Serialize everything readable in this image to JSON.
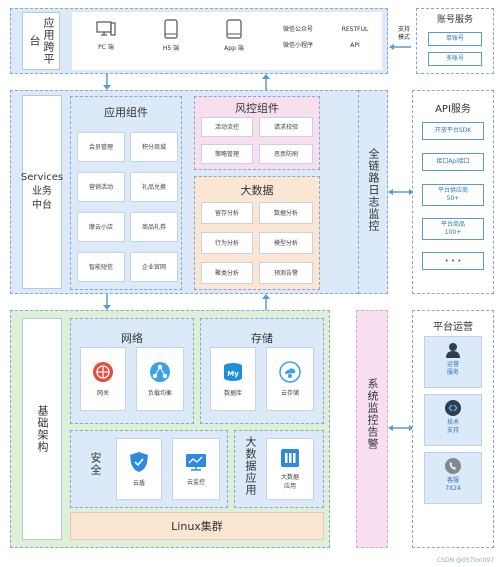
{
  "top": {
    "left_label": "应用跨平台",
    "clients": [
      {
        "label": "PC 端",
        "icon": "monitor-icon"
      },
      {
        "label": "H5 端",
        "icon": "tablet-icon"
      },
      {
        "label": "App 端",
        "icon": "tablet-icon"
      },
      {
        "label": "微信公众号\n微信小程序",
        "icon": ""
      },
      {
        "label": "RESTFUL\nAPI",
        "icon": ""
      }
    ],
    "support_text": "支持\n模式",
    "account": {
      "title": "账号服务",
      "items": [
        "单账号",
        "多账号"
      ]
    }
  },
  "middle": {
    "left_label": "Services\n业务\n中台",
    "app_components": {
      "title": "应用组件",
      "items": [
        "会员管理",
        "积分商城",
        "营销活动",
        "礼品兑换",
        "摩云小店",
        "商品礼券",
        "智能短信",
        "企业官网"
      ]
    },
    "risk": {
      "title": "风控组件",
      "items": [
        "活动流控",
        "请求校验",
        "策略管理",
        "恶意防刷"
      ]
    },
    "bigdata": {
      "title": "大数据",
      "items": [
        "留存分析",
        "数据分析",
        "行为分析",
        "模型分析",
        "聚类分析",
        "预测告警"
      ]
    },
    "trace_label": "全链路日志监控",
    "api": {
      "title": "API服务",
      "items": [
        "开放平台SDK",
        "接口Api接口",
        "平台供应商\n50+",
        "平台商品\n100+",
        "• • •"
      ]
    }
  },
  "bottom": {
    "left_label": "基础架构",
    "network": {
      "title": "网络",
      "items": [
        {
          "label": "网关",
          "icon": "gateway-icon"
        },
        {
          "label": "负载均衡",
          "icon": "load-balance-icon"
        }
      ]
    },
    "storage": {
      "title": "存储",
      "items": [
        {
          "label": "数据库",
          "icon": "database-icon"
        },
        {
          "label": "云存储",
          "icon": "cloud-storage-icon"
        }
      ]
    },
    "security": {
      "title": "安全",
      "items": [
        {
          "label": "云盾",
          "icon": "shield-icon"
        },
        {
          "label": "云监控",
          "icon": "monitor-chart-icon"
        }
      ]
    },
    "bigdata_app": {
      "title": "大数据应用",
      "items": [
        {
          "label": "大数据\n应用",
          "icon": "bigdata-app-icon"
        }
      ]
    },
    "linux": "Linux集群",
    "monitor_label": "系统监控告警",
    "ops": {
      "title": "平台运营",
      "items": [
        {
          "label": "运营\n服务",
          "icon": "person-icon"
        },
        {
          "label": "技术\n支持",
          "icon": "tech-support-icon"
        },
        {
          "label": "客服\n7X24",
          "icon": "phone-icon"
        }
      ]
    }
  },
  "watermark": "CSDN @057lon097",
  "colors": {
    "blue_panel": "#dbe9f8",
    "green_panel": "#dff0d8",
    "pink_panel": "#f8dff0",
    "orange_panel": "#fbe5d3",
    "accent": "#2f75b5"
  }
}
